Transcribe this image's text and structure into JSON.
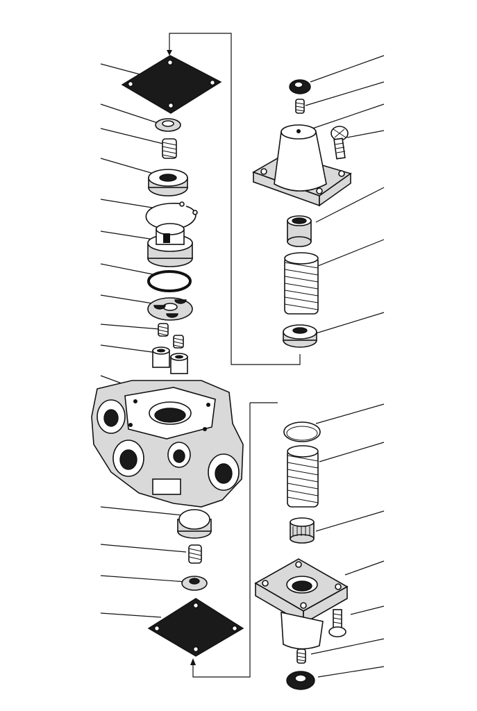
{
  "figure": {
    "type": "exploded assembly drawing",
    "colors": {
      "ink": "#111111",
      "paper": "#ffffff",
      "shade": "#d9d9d9"
    },
    "leader_count_left": 14,
    "leader_count_right": 15
  }
}
